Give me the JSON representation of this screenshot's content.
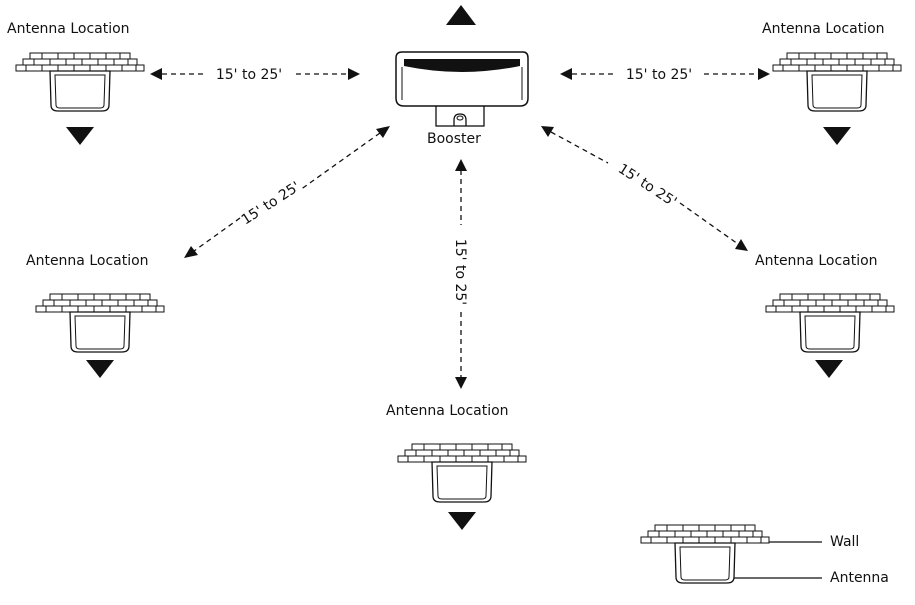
{
  "diagram": {
    "antenna_location_label": "Antenna Location",
    "booster_label": "Booster",
    "distance_label": "15' to 25'",
    "legend": {
      "wall_label": "Wall",
      "antenna_label": "Antenna"
    }
  },
  "colors": {
    "line": "#111111",
    "background": "#ffffff"
  }
}
